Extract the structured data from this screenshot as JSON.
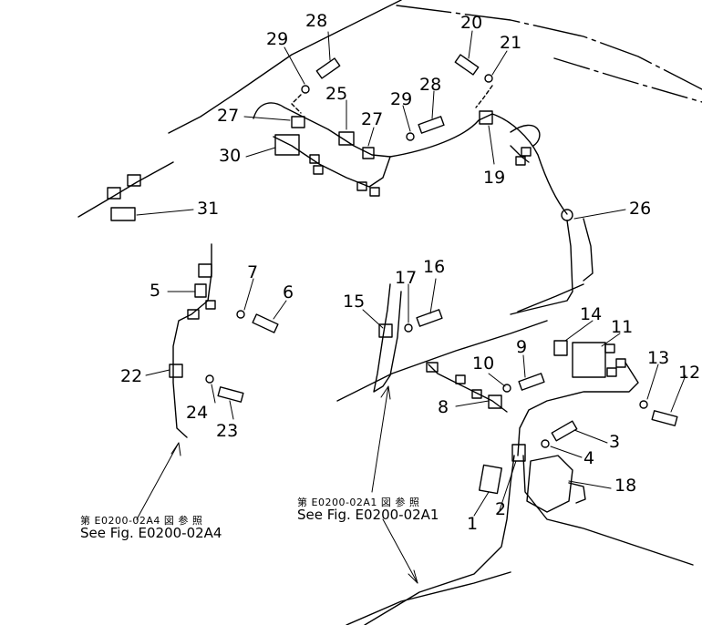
{
  "part_numbers": [
    "1",
    "2",
    "3",
    "4",
    "5",
    "6",
    "7",
    "8",
    "9",
    "10",
    "11",
    "12",
    "13",
    "14",
    "15",
    "16",
    "17",
    "18",
    "19",
    "20",
    "21",
    "22",
    "23",
    "24",
    "25",
    "26",
    "27",
    "28",
    "29",
    "30",
    "31"
  ],
  "callouts": {
    "p28a": "28",
    "p29a": "29",
    "p20": "20",
    "p21": "21",
    "p27a": "27",
    "p25": "25",
    "p27b": "27",
    "p29b": "29",
    "p28b": "28",
    "p30": "30",
    "p19": "19",
    "p26": "26",
    "p31": "31",
    "p5": "5",
    "p7": "7",
    "p6": "6",
    "p15": "15",
    "p17": "17",
    "p16": "16",
    "p14": "14",
    "p11": "11",
    "p9": "9",
    "p10": "10",
    "p13": "13",
    "p12": "12",
    "p22": "22",
    "p24": "24",
    "p23": "23",
    "p8": "8",
    "p3": "3",
    "p4": "4",
    "p18": "18",
    "p1": "1",
    "p2": "2"
  },
  "references": {
    "left_jp": "第 E0200-02A4 図 参 照",
    "left_en": "See Fig. E0200-02A4",
    "right_jp": "第 E0200-02A1 図 参 照",
    "right_en": "See Fig. E0200-02A1"
  }
}
